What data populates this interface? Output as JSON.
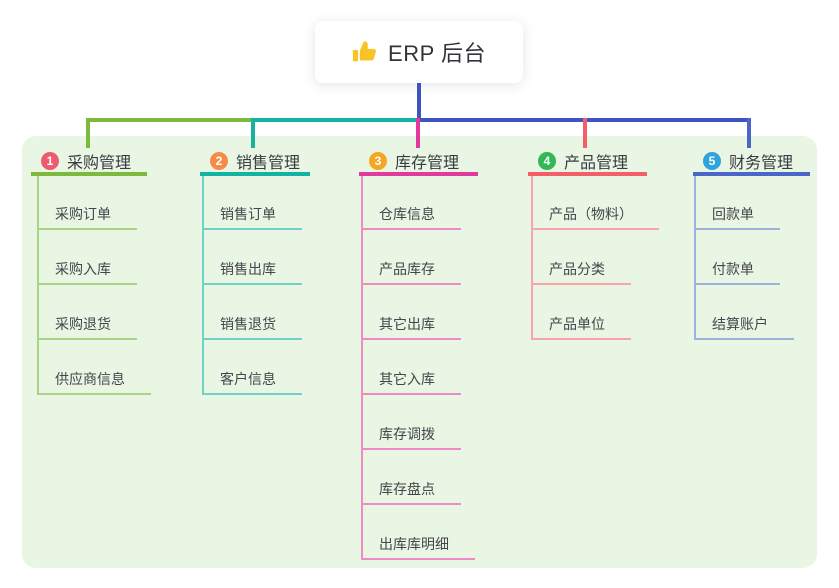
{
  "root": {
    "title": "ERP 后台",
    "icon": "thumbs-up-icon",
    "icon_color": "#f7c325",
    "card_color": "#ffffff"
  },
  "connector_color": "#4053c3",
  "panel_color": "#e9f6e4",
  "branches": [
    {
      "number": "1",
      "label": "采购管理",
      "color": "#7cb93e",
      "light_color": "#a9d485",
      "badge_color": "#ee5b71",
      "children": [
        "采购订单",
        "采购入库",
        "采购退货",
        "供应商信息"
      ]
    },
    {
      "number": "2",
      "label": "销售管理",
      "color": "#13b2a2",
      "light_color": "#72d0c6",
      "badge_color": "#f68b49",
      "children": [
        "销售订单",
        "销售出库",
        "销售退货",
        "客户信息"
      ]
    },
    {
      "number": "3",
      "label": "库存管理",
      "color": "#e13a9e",
      "light_color": "#f18bc6",
      "badge_color": "#f5a623",
      "children": [
        "仓库信息",
        "产品库存",
        "其它出库",
        "其它入库",
        "库存调拨",
        "库存盘点",
        "出库库明细"
      ]
    },
    {
      "number": "4",
      "label": "产品管理",
      "color": "#f25f68",
      "light_color": "#f8a4a8",
      "badge_color": "#33b757",
      "children": [
        "产品（物料）",
        "产品分类",
        "产品单位"
      ]
    },
    {
      "number": "5",
      "label": "财务管理",
      "color": "#4a67c8",
      "light_color": "#9db1de",
      "badge_color": "#2ea3dc",
      "children": [
        "回款单",
        "付款单",
        "结算账户"
      ]
    }
  ]
}
